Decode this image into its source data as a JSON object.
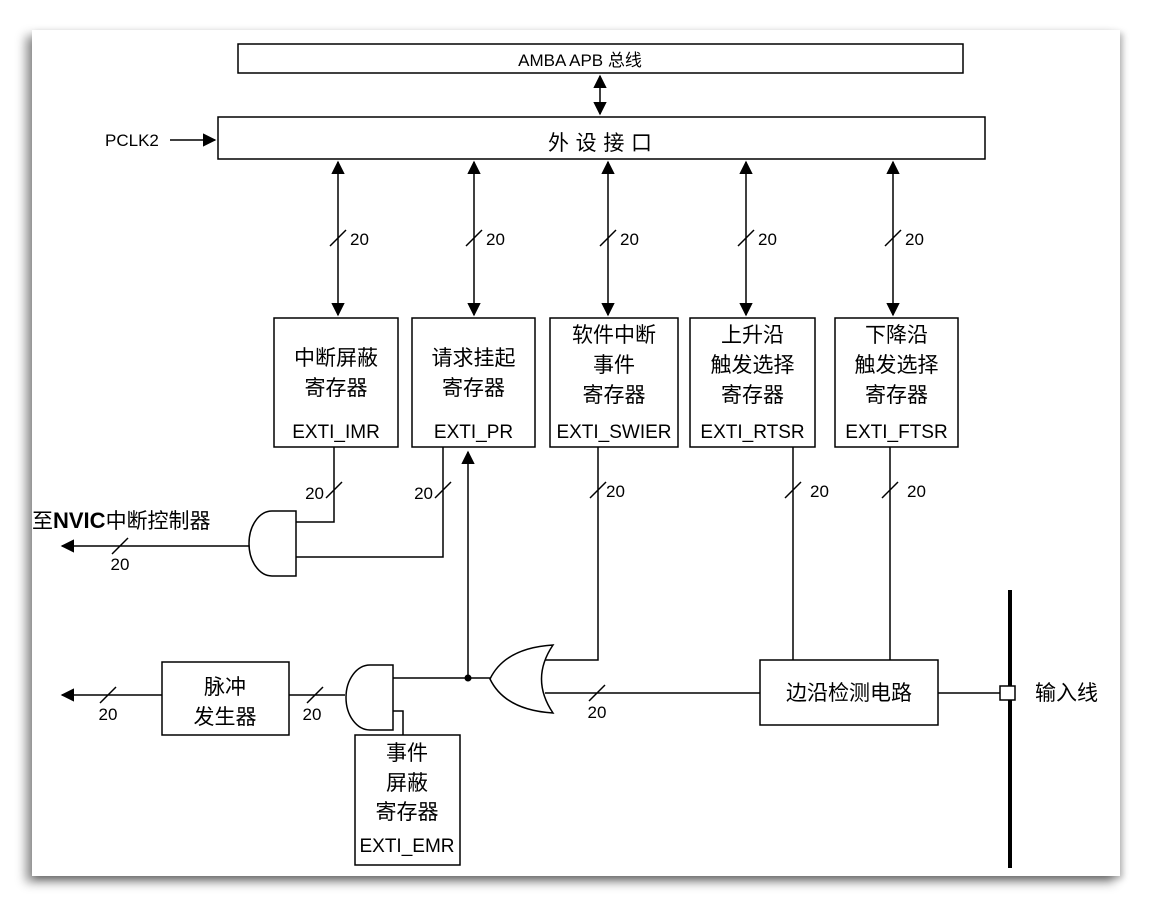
{
  "bus": {
    "amba_label": "AMBA APB 总线",
    "peripheral_interface_label": "外 设 接 口",
    "clock_label": "PCLK2"
  },
  "bus_width": "20",
  "registers": [
    {
      "lines": [
        "中断屏蔽",
        "寄存器"
      ],
      "name": "EXTI_IMR"
    },
    {
      "lines": [
        "请求挂起",
        "寄存器"
      ],
      "name": "EXTI_PR"
    },
    {
      "lines": [
        "软件中断",
        "事件",
        "寄存器"
      ],
      "name": "EXTI_SWIER"
    },
    {
      "lines": [
        "上升沿",
        "触发选择",
        "寄存器"
      ],
      "name": "EXTI_RTSR"
    },
    {
      "lines": [
        "下降沿",
        "触发选择",
        "寄存器"
      ],
      "name": "EXTI_FTSR"
    }
  ],
  "event_mask_register": {
    "lines": [
      "事件",
      "屏蔽",
      "寄存器"
    ],
    "name": "EXTI_EMR"
  },
  "pulse_generator": {
    "lines": [
      "脉冲",
      "发生器"
    ]
  },
  "edge_detect": {
    "label": "边沿检测电路"
  },
  "input_line": {
    "label": "输入线"
  },
  "nvic_output": {
    "prefix": "至",
    "bold": "NVIC",
    "suffix": "中断控制器"
  }
}
